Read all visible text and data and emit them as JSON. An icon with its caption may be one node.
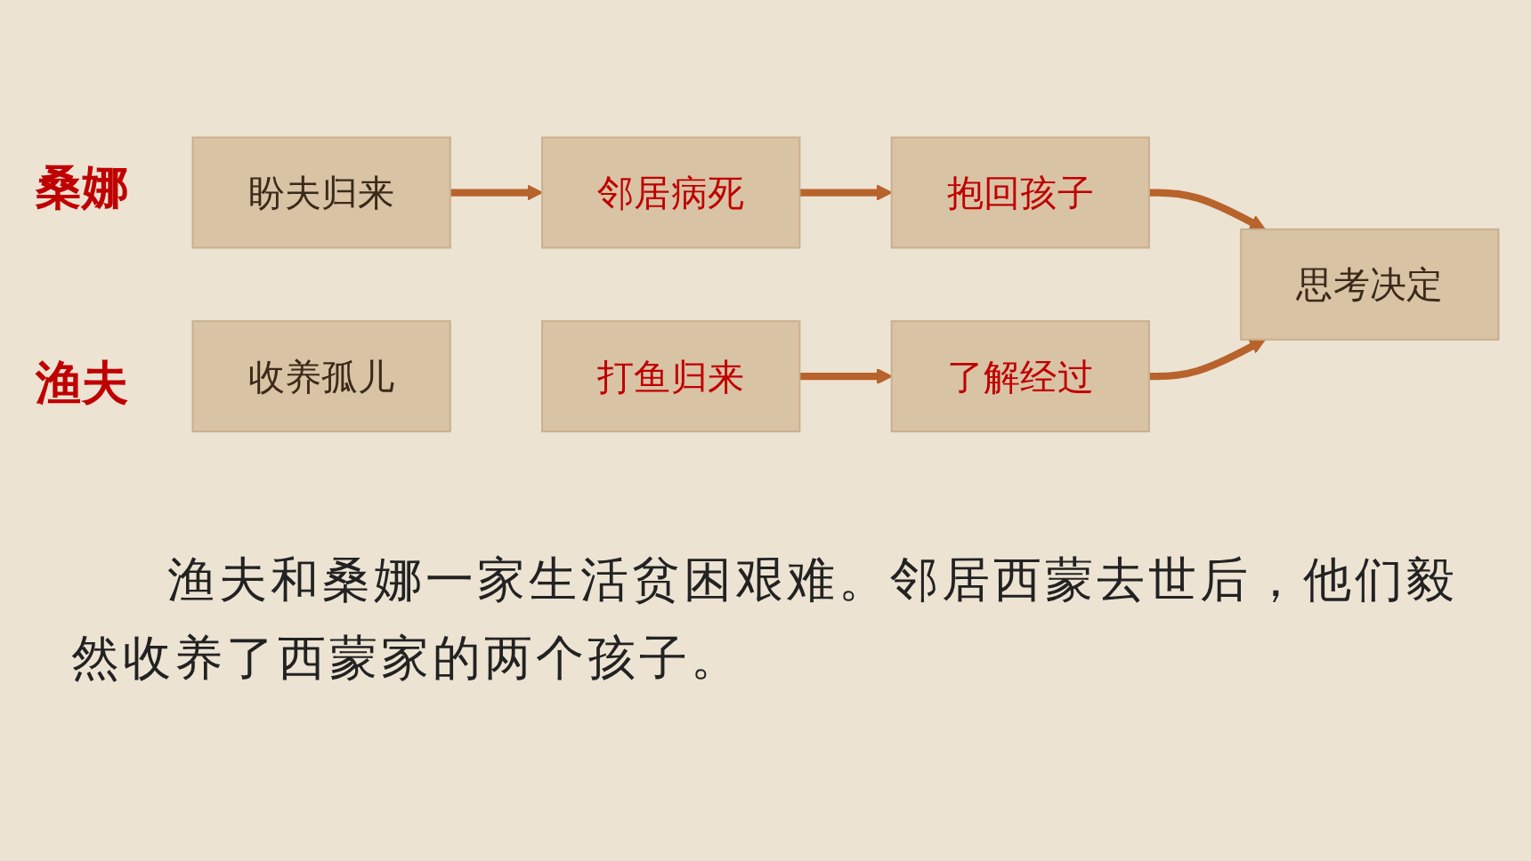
{
  "diagram": {
    "nodes": [
      {
        "text": [
          "盼夫归来"
        ]
      },
      {
        "text": [
          "邻居病死"
        ]
      },
      {
        "text": [
          "抱回孩子"
        ]
      },
      {
        "text": [
          "收养孤儿"
        ]
      },
      {
        "text": [
          "打鱼归来"
        ]
      },
      {
        "text": [
          "了解经过"
        ]
      },
      {
        "text": [
          "思考决定"
        ]
      }
    ],
    "edges": [
      {
        "from": 0,
        "to": 1,
        "arrow": "to"
      },
      {
        "from": 1,
        "to": 2,
        "arrow": "to"
      },
      {
        "from": 2,
        "to": 6,
        "arrow": "to"
      },
      {
        "from": 4,
        "to": 5,
        "arrow": "to"
      },
      {
        "from": 5,
        "to": 6,
        "arrow": "to"
      }
    ],
    "labels": [
      "桑娜",
      "渔夫",
      "渔夫和桑娜一家生活贫困艰难。邻居西蒙去世后，他们毅然收养了西蒙家的两个孩子。"
    ]
  }
}
